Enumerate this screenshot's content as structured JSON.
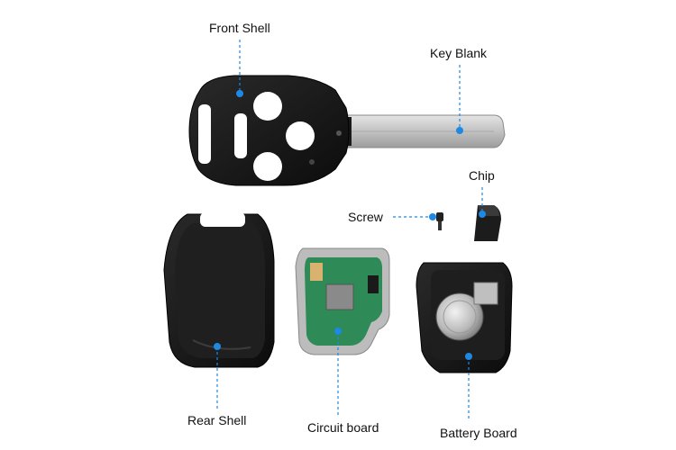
{
  "labels": {
    "front_shell": "Front Shell",
    "key_blank": "Key Blank",
    "chip": "Chip",
    "screw": "Screw",
    "rear_shell": "Rear Shell",
    "circuit_board": "Circuit board",
    "battery_board": "Battery Board"
  },
  "colors": {
    "leader": "#1e88e5",
    "dot": "#1e88e5",
    "shell": "#141414",
    "blade": "#c9c9c9",
    "pcb": "#2e8b57",
    "background": "#ffffff"
  },
  "icons": {
    "leader_dot": "circle"
  }
}
